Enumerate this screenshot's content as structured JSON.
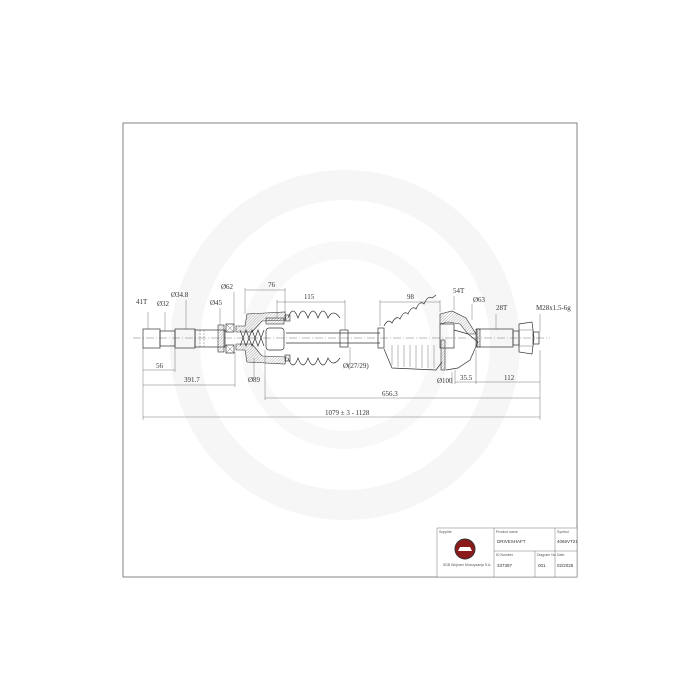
{
  "dimensions": {
    "spline_left": "41T",
    "dia_32": "Ø32",
    "dia_34_8": "Ø34.8",
    "dia_45": "Ø45",
    "dia_62": "Ø62",
    "len_76": "76",
    "len_115": "115",
    "len_56": "56",
    "len_391_7": "391.7",
    "dia_89": "Ø89",
    "dia_27_29": "Ø(27/29)",
    "len_656_3": "656.3",
    "total_length": "1079 ± 3 - 1128",
    "len_98": "98",
    "spline_54t": "54T",
    "dia_63": "Ø63",
    "spline_right": "28T",
    "thread": "M28x1.5-6g",
    "dia_100": "Ø100",
    "len_35_5": "35.5",
    "len_112": "112"
  },
  "title_block": {
    "supplier_label": "Supplier",
    "supplier_text": "SDB Wojnarz Motoryzacja S.A.",
    "product_label": "Product name",
    "product_value": "DRIVESHAFT",
    "symbol_label": "Symbol",
    "symbol_value": "4066VT21",
    "id_label": "ID Number",
    "id_value": "337397",
    "diagram_label": "Diagram No.",
    "diagram_value": "001",
    "date_label": "Date",
    "date_value": "02/2025"
  },
  "colors": {
    "line": "#333333",
    "watermark": "#eeeeee",
    "logo": "#8b1a1a"
  }
}
